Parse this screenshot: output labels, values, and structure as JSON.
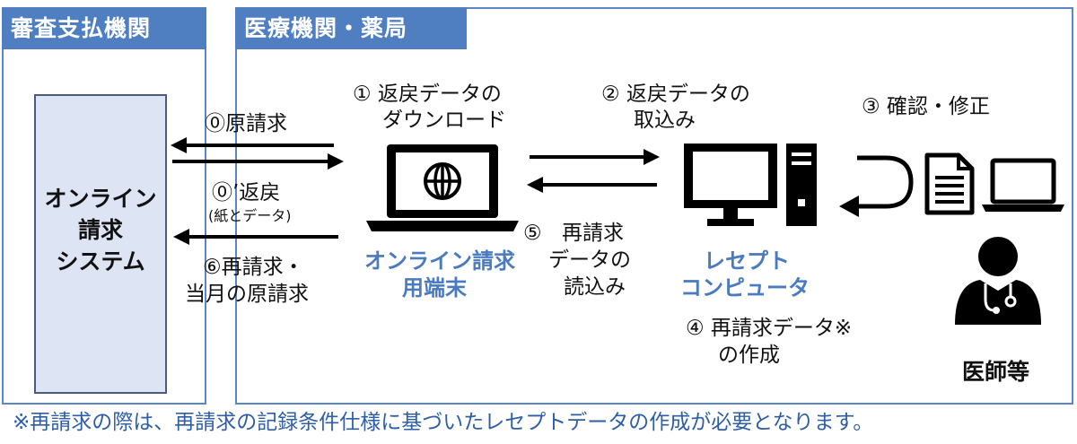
{
  "panels": {
    "left_title": "審査支払機関",
    "right_title": "医療機関・薬局"
  },
  "system_box": {
    "line1": "オンライン",
    "line2": "請求",
    "line3": "システム"
  },
  "arrows_left": {
    "label_0": "⓪原請求",
    "label_0prime": "⓪’返戻",
    "label_0prime_sub": "(紙とデータ)",
    "label_6_line1": "⑥再請求・",
    "label_6_line2": "当月の原請求"
  },
  "steps": {
    "step1_line1": "① 返戻データの",
    "step1_line2": "ダウンロード",
    "step2_line1": "② 返戻データの",
    "step2_line2": "取込み",
    "step3": "③ 確認・修正",
    "step4_line1": "④ 再請求データ※",
    "step4_line2": "の作成",
    "step5_num": "⑤",
    "step5_line1": "再請求",
    "step5_line2": "データの",
    "step5_line3": "読込み"
  },
  "devices": {
    "terminal_line1": "オンライン請求",
    "terminal_line2": "用端末",
    "receipt_line1": "レセプト",
    "receipt_line2": "コンピュータ",
    "doctor": "医師等"
  },
  "icons": {
    "laptop_globe": "laptop-globe-icon",
    "desktop_pc": "desktop-computer-icon",
    "document": "document-icon",
    "laptop": "laptop-icon",
    "doctor": "doctor-icon",
    "return_arrow": "return-arrow-icon"
  },
  "colors": {
    "panel_border": "#5b86c4",
    "tab_fill": "#4f7fc0",
    "system_fill": "#dde5f4",
    "accent_text": "#4a7ac0"
  },
  "footnote": "※再請求の際は、再請求の記録条件仕様に基づいたレセプトデータの作成が必要となります。"
}
